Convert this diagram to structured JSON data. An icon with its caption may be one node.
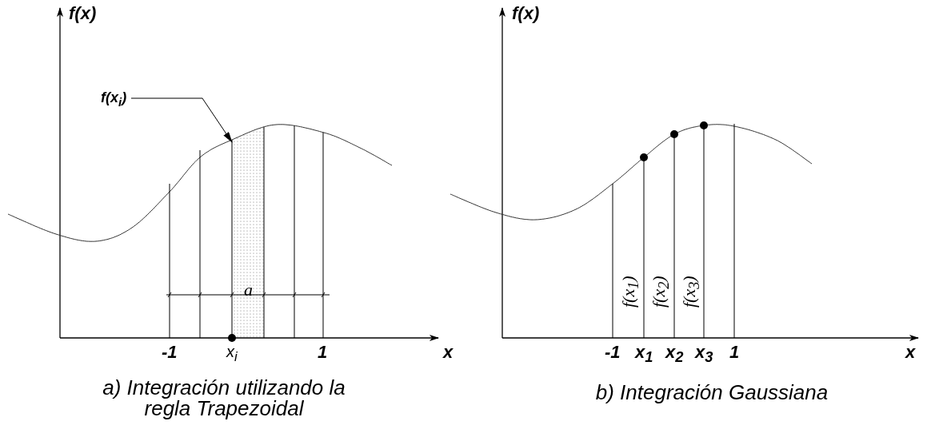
{
  "diagram": {
    "nodes": [
      {
        "text": [
          "f(x$_{i}$)"
        ]
      },
      {
        "text": [],
        "shape": "box"
      }
    ],
    "edges": [
      {
        "from": 0,
        "to": 1,
        "arrow": "to"
      }
    ],
    "labels": [
      "f(x)",
      "f(x)",
      "a",
      "f(x$_{1}$)",
      "f(x$_{2}$)",
      "f(x$_{3}$)",
      "-1",
      "x$_{i}$",
      "1",
      "x",
      "-1",
      "x$_{1}$",
      "x$_{2}$",
      "x$_{3}$",
      "1",
      "x",
      "a) Integración utilizando la regla Trapezoidal",
      "b) Integración Gaussiana"
    ]
  }
}
